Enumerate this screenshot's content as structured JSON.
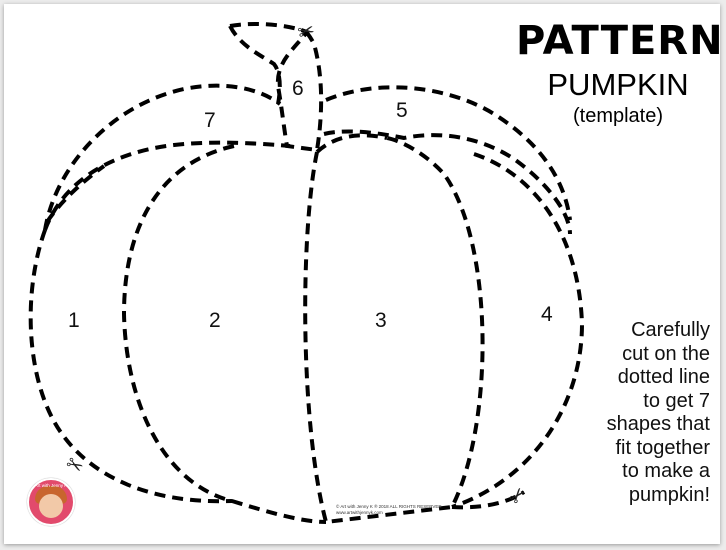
{
  "title": "PATTERN",
  "subtitle": "PUMPKIN",
  "subtitle2": "(template)",
  "pieces": [
    "1",
    "2",
    "3",
    "4",
    "5",
    "6",
    "7"
  ],
  "instructions": "Carefully\ncut on the\ndotted line\nto get 7\nshapes that\nfit together\nto make a\npumpkin!",
  "copyright": "© Art with Jenny K ® 2018 ALL RIGHTS RESERVED www.artwithjennyk.com",
  "avatar_text": "Art with Jenny K",
  "icons": {
    "scissors": "✂",
    "scissors_names": [
      "scissors-icon-top",
      "scissors-icon-bottom-left",
      "scissors-icon-bottom-right"
    ]
  },
  "colors": {
    "line": "#000000",
    "background": "#ffffff",
    "avatar": "#e24a6c"
  }
}
